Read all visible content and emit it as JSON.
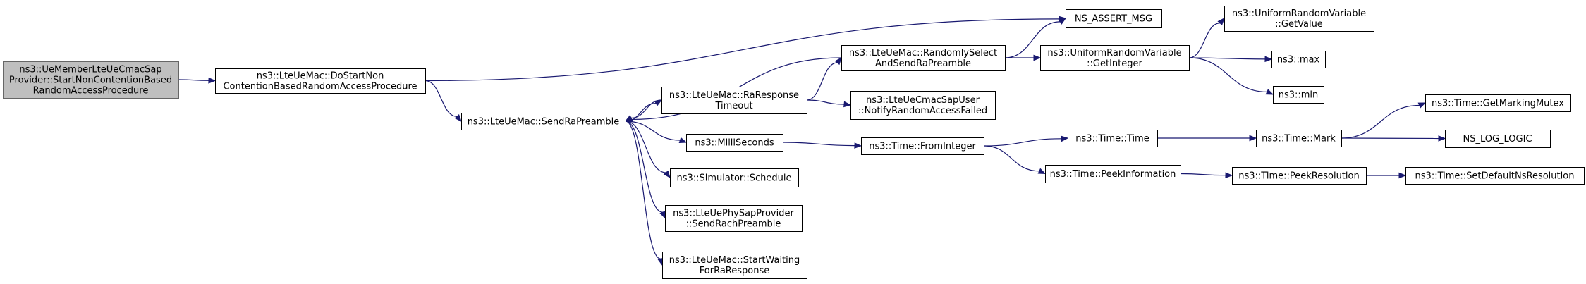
{
  "colors": {
    "edge": "#191970",
    "root_fill": "#bfbfbf",
    "node_fill": "#ffffff",
    "node_border": "#000000"
  },
  "nodes": [
    {
      "id": "n0",
      "lines": [
        "ns3::UeMemberLteUeCmacSap",
        "Provider::StartNonContentionBased",
        "RandomAccessProcedure"
      ],
      "root": true
    },
    {
      "id": "n1",
      "lines": [
        "ns3::LteUeMac::DoStartNon",
        "ContentionBasedRandomAccessProcedure"
      ]
    },
    {
      "id": "n2",
      "lines": [
        "NS_ASSERT_MSG"
      ]
    },
    {
      "id": "n3",
      "lines": [
        "ns3::LteUeMac::SendRaPreamble"
      ]
    },
    {
      "id": "n4",
      "lines": [
        "ns3::LteUeMac::RandomlySelect",
        "AndSendRaPreamble"
      ]
    },
    {
      "id": "n5",
      "lines": [
        "ns3::LteUeMac::RaResponse",
        "Timeout"
      ]
    },
    {
      "id": "n6",
      "lines": [
        "ns3::MilliSeconds"
      ]
    },
    {
      "id": "n7",
      "lines": [
        "ns3::Simulator::Schedule"
      ]
    },
    {
      "id": "n8",
      "lines": [
        "ns3::LteUePhySapProvider",
        "::SendRachPreamble"
      ]
    },
    {
      "id": "n9",
      "lines": [
        "ns3::LteUeMac::StartWaiting",
        "ForRaResponse"
      ]
    },
    {
      "id": "n10",
      "lines": [
        "ns3::UniformRandomVariable",
        "::GetInteger"
      ]
    },
    {
      "id": "n11",
      "lines": [
        "ns3::LteUeCmacSapUser",
        "::NotifyRandomAccessFailed"
      ]
    },
    {
      "id": "n12",
      "lines": [
        "ns3::UniformRandomVariable",
        "::GetValue"
      ]
    },
    {
      "id": "n13",
      "lines": [
        "ns3::max"
      ]
    },
    {
      "id": "n14",
      "lines": [
        "ns3::min"
      ]
    },
    {
      "id": "n15",
      "lines": [
        "ns3::Time::FromInteger"
      ]
    },
    {
      "id": "n16",
      "lines": [
        "ns3::Time::Time"
      ]
    },
    {
      "id": "n17",
      "lines": [
        "ns3::Time::PeekInformation"
      ]
    },
    {
      "id": "n18",
      "lines": [
        "ns3::Time::Mark"
      ]
    },
    {
      "id": "n19",
      "lines": [
        "ns3::Time::PeekResolution"
      ]
    },
    {
      "id": "n20",
      "lines": [
        "ns3::Time::GetMarkingMutex"
      ]
    },
    {
      "id": "n21",
      "lines": [
        "NS_LOG_LOGIC"
      ]
    },
    {
      "id": "n22",
      "lines": [
        "ns3::Time::SetDefaultNsResolution"
      ]
    }
  ],
  "edges": [
    {
      "from": "n0",
      "to": "n1"
    },
    {
      "from": "n1",
      "to": "n2"
    },
    {
      "from": "n1",
      "to": "n3"
    },
    {
      "from": "n3",
      "to": "n5"
    },
    {
      "from": "n3",
      "to": "n6"
    },
    {
      "from": "n3",
      "to": "n7"
    },
    {
      "from": "n3",
      "to": "n8"
    },
    {
      "from": "n3",
      "to": "n9"
    },
    {
      "from": "n4",
      "to": "n2"
    },
    {
      "from": "n4",
      "to": "n3"
    },
    {
      "from": "n4",
      "to": "n10"
    },
    {
      "from": "n5",
      "to": "n3"
    },
    {
      "from": "n5",
      "to": "n4"
    },
    {
      "from": "n5",
      "to": "n11"
    },
    {
      "from": "n6",
      "to": "n15"
    },
    {
      "from": "n10",
      "to": "n12"
    },
    {
      "from": "n10",
      "to": "n13"
    },
    {
      "from": "n10",
      "to": "n14"
    },
    {
      "from": "n15",
      "to": "n16"
    },
    {
      "from": "n15",
      "to": "n17"
    },
    {
      "from": "n16",
      "to": "n18"
    },
    {
      "from": "n17",
      "to": "n19"
    },
    {
      "from": "n18",
      "to": "n20"
    },
    {
      "from": "n18",
      "to": "n21"
    },
    {
      "from": "n19",
      "to": "n22"
    }
  ]
}
